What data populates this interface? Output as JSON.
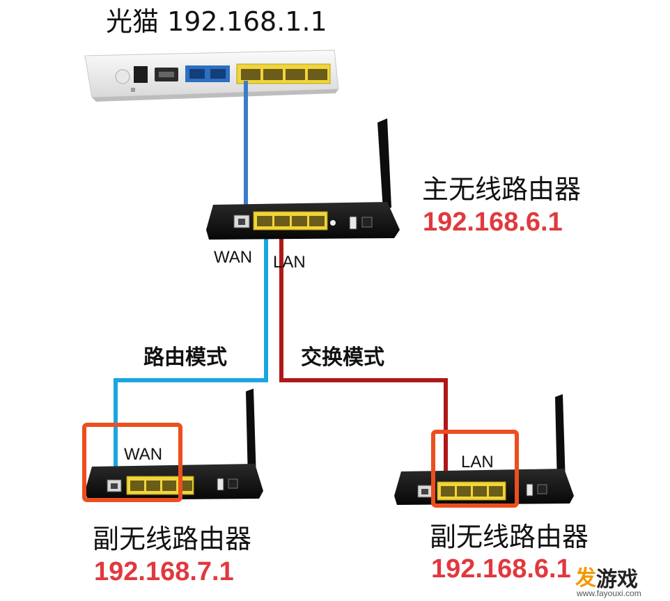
{
  "modem": {
    "title": "光猫  192.168.1.1"
  },
  "main_router": {
    "name": "主无线路由器",
    "ip": "192.168.6.1",
    "port_wan": "WAN",
    "port_lan": "LAN"
  },
  "modes": {
    "routing": "路由模式",
    "switching": "交换模式"
  },
  "sub_router_left": {
    "name": "副无线路由器",
    "ip": "192.168.7.1",
    "port": "WAN"
  },
  "sub_router_right": {
    "name": "副无线路由器",
    "ip": "192.168.6.1",
    "port": "LAN"
  },
  "watermark": {
    "char1": "发",
    "rest": "游戏",
    "url": "www.fayouxi.com"
  },
  "colors": {
    "ip_red": "#e0393e",
    "cable_blue_modem": "#3a7dc9",
    "cable_cyan": "#19a6e0",
    "cable_red": "#b01818",
    "highlight_box": "#ec4e1f",
    "port_yellow": "#f1d53a"
  },
  "icons": [
    "fiber-modem-icon",
    "router-icon",
    "antenna-icon",
    "ethernet-port-icon"
  ]
}
